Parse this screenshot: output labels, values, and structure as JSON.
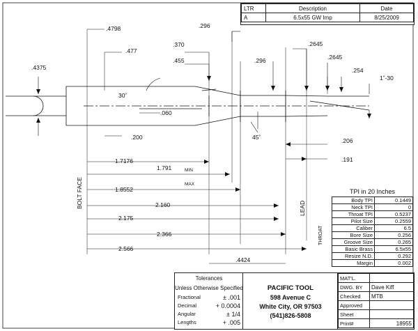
{
  "revision": {
    "headers": [
      "LTR",
      "Description",
      "Date"
    ],
    "row": [
      "A",
      "6.5x55 GW Imp",
      "8/25/2009"
    ]
  },
  "dims": {
    "d4798": ".4798",
    "d477": ".477",
    "d4375": ".4375",
    "d296a": ".296",
    "d370": ".370",
    "d455": ".455",
    "d296b": ".296",
    "d2645a": ".2645",
    "d2645b": ".2645",
    "d254": ".254",
    "a1deg30": "1˚-30",
    "a30": "30˚",
    "d060": ".060",
    "a45": "45˚",
    "d200": ".200",
    "d206": ".206",
    "d191": ".191",
    "d4424": ".4424"
  },
  "lengths": [
    {
      "label": "1.7176",
      "tag": ""
    },
    {
      "label": "1.791",
      "tag": "MIN"
    },
    {
      "label": "1.8552",
      "tag": "MAX"
    },
    {
      "label": "2.160",
      "tag": ""
    },
    {
      "label": "2.175",
      "tag": ""
    },
    {
      "label": "2.366",
      "tag": ""
    },
    {
      "label": "2.566",
      "tag": ""
    }
  ],
  "labels": {
    "bolt_face": "BOLT FACE",
    "lead": "LEAD",
    "throat": "THROAT"
  },
  "tpi": {
    "title": "TPI in 20 Inches",
    "rows": [
      {
        "k": "Body TPI",
        "v": "0.1449"
      },
      {
        "k": "Neck TPI",
        "v": "0"
      },
      {
        "k": "Throat TPI",
        "v": "0.5237"
      },
      {
        "k": "Pilot Size",
        "v": "0.2559"
      },
      {
        "k": "Caliber",
        "v": "6.5"
      },
      {
        "k": "Bore Size",
        "v": "0.256"
      },
      {
        "k": "Groove Size",
        "v": "0.265"
      },
      {
        "k": "Basic Brass",
        "v": "6.5x55"
      },
      {
        "k": "Resize N.D.",
        "v": "0.292"
      },
      {
        "k": "Margin",
        "v": "0.002"
      }
    ]
  },
  "tolerances": {
    "title": "Tolerances",
    "subtitle": "Unless Otherwise Specified",
    "rows": [
      {
        "k": "Fractional",
        "v": "± .001"
      },
      {
        "k": "Decimal",
        "v": "+ 0.0004"
      },
      {
        "k": "Angular",
        "v": "± 1/4"
      },
      {
        "k": "Lengths",
        "v": "+ .005"
      }
    ]
  },
  "company": {
    "name": "PACIFIC TOOL",
    "street": "598 Avenue C",
    "city": "White City, OR 97503",
    "phone": "(541)826-5808"
  },
  "titleblock": {
    "rows": [
      {
        "k": "MAT'L.",
        "v": ""
      },
      {
        "k": "DWG. BY",
        "v": "Dave Kiff"
      },
      {
        "k": "Checked",
        "v": "MTB"
      },
      {
        "k": "Approved",
        "v": ""
      },
      {
        "k": "Sheet",
        "v": ""
      },
      {
        "k": "Print#",
        "v": "18955"
      }
    ]
  }
}
